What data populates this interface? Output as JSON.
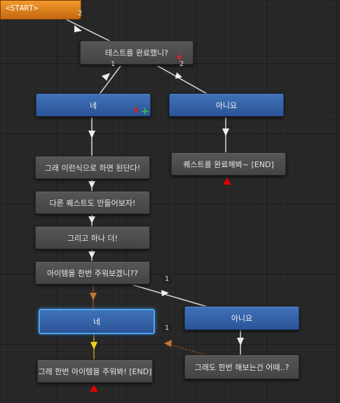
{
  "start_label": "<START>",
  "nodes": {
    "q1": "테스트를 완료했니?",
    "yes1": "네",
    "no1": "아니요",
    "line1": "그래 이런식으로 하면 된단다!",
    "line2": "다른 퀘스트도 만들어보자!",
    "line3": "그리고 하나 더!",
    "q2": "아이템을 한번 주워보겠니??",
    "yes2": "네",
    "no2": "아니요",
    "end_yes2": "그래 한번 아이템을 주워봐! [END]",
    "end_no1": "퀘스트를 완료해봐~ [END]",
    "retry": "그래도 한번 해보는건 어때..?"
  },
  "labels": {
    "l1": "1",
    "l2": "1",
    "l3": "1",
    "l4": "1",
    "l5": "2"
  },
  "colors": {
    "grid_bg": "#282828",
    "start": "#f39a2c",
    "node_gray": "#4e4e4e",
    "node_blue": "#3566ad",
    "selected_outline": "#4ea4f2",
    "end_marker": "#e00000",
    "add_icon": "#2fc84a"
  }
}
